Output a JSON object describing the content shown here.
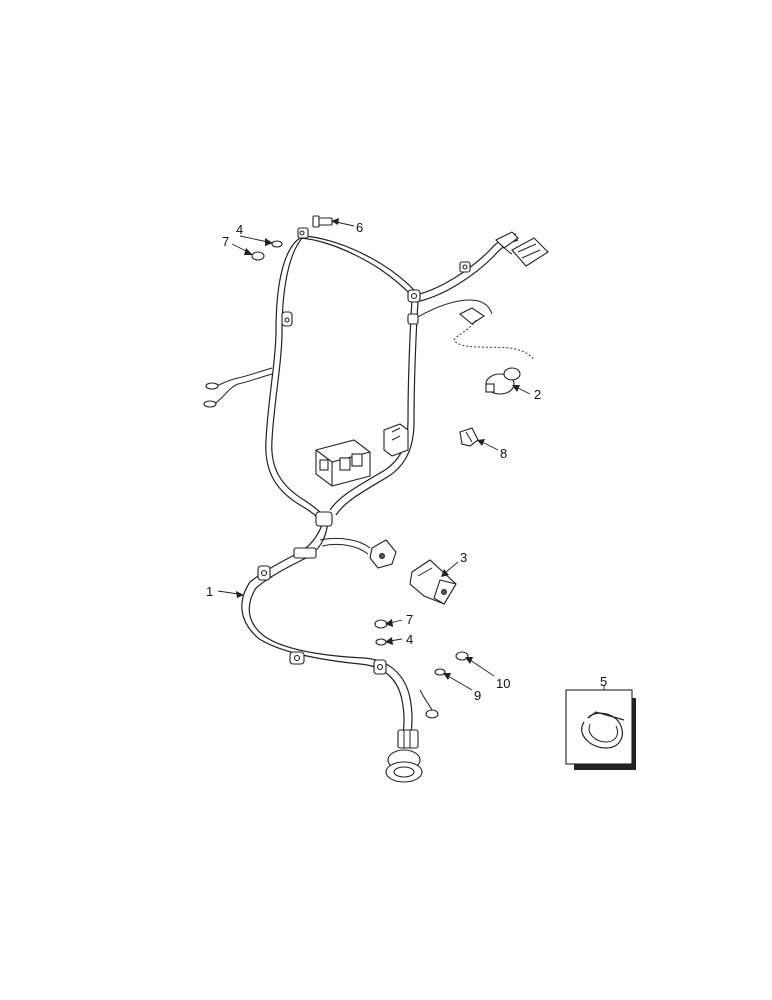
{
  "callouts": {
    "c1": "1",
    "c2": "2",
    "c3": "3",
    "c4a": "4",
    "c4b": "4",
    "c5": "5",
    "c6": "6",
    "c7a": "7",
    "c7b": "7",
    "c8": "8",
    "c9": "9",
    "c10": "10"
  }
}
